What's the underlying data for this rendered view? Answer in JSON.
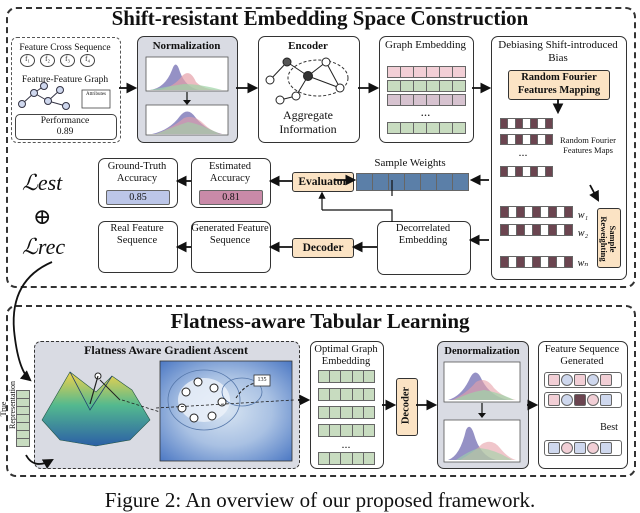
{
  "top_section": {
    "title": "Shift-resistant Embedding Space Construction",
    "input": {
      "feature_cross_sequence": "Feature Cross Sequence",
      "seq_tokens": [
        "f₁",
        "f₂",
        "f₃",
        "f₄"
      ],
      "feature_graph": "Feature-Feature Graph",
      "attributes": "Attributes",
      "performance_label": "Performance",
      "performance_value": "0.89"
    },
    "normalization": "Normalization",
    "encoder": "Encoder",
    "aggregate": "Aggregate Information",
    "graph_embedding": "Graph Embedding",
    "ellipsis": "...",
    "debias_title": "Debiasing Shift-introduced Bias",
    "rff_mapping": "Random Fourier Features Mapping",
    "rff_maps": "Random Fourier Features Maps",
    "sample_reweighting": "Sample Reweighting",
    "weights": [
      "w₁",
      "w₂",
      "wₙ"
    ],
    "sample_weights": "Sample Weights",
    "evaluator": "Evaluator",
    "decoder": "Decoder",
    "ground_truth": "Ground-Truth Accuracy",
    "ground_truth_value": "0.85",
    "estimated": "Estimated Accuracy",
    "estimated_value": "0.81",
    "real_seq": "Real Feature Sequence",
    "generated_seq": "Generated Feature Sequence",
    "decorrelated": "Decorrelated Embedding",
    "loss_est": "ℒest",
    "loss_rec": "ℒrec",
    "oplus": "⊕"
  },
  "bottom_section": {
    "title": "Flatness-aware Tabular Learning",
    "flatness_title": "Flatness Aware Gradient Ascent",
    "true_repr": "True Representation",
    "marker_135": "135",
    "optimal": "Optimal Graph Embedding",
    "ellipsis": "...",
    "decoder": "Decoder",
    "denormalization": "Denormalization",
    "generated": "Feature Sequence Generated",
    "best": "Best"
  },
  "caption": "Figure 2: An overview of our proposed framework.",
  "colors": {
    "tan": "#fbe3c4",
    "gray_panel": "#d9dbe3",
    "green_cell": "#c8dcc0",
    "pink_cell": "#f2cfd6",
    "maroon": "#6b4550",
    "blue_weight": "#5b7fa8",
    "est_pill": "#c98aa8",
    "gt_pill": "#bcc6e8"
  }
}
